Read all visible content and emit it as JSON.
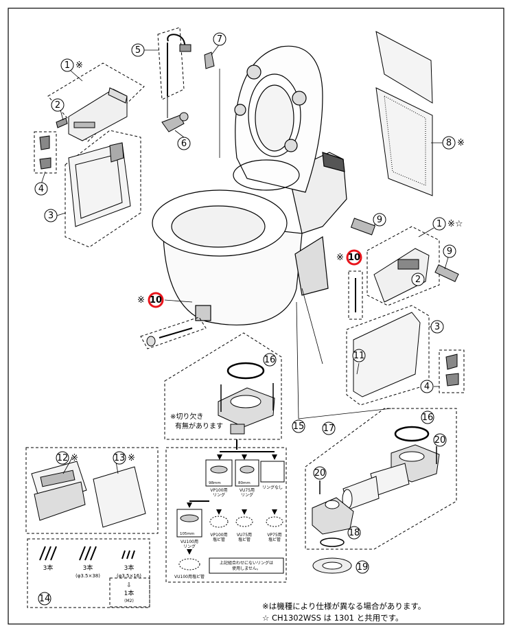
{
  "callouts": {
    "c1a": "1",
    "c1a_mark": "※",
    "c2a": "2",
    "c3a": "3",
    "c4a": "4",
    "c5": "5",
    "c6": "6",
    "c7": "7",
    "c8": "8",
    "c8_mark": "※",
    "c9a": "9",
    "c9b": "9",
    "c10a": "10",
    "c10a_mark": "※",
    "c10b": "10",
    "c10b_mark": "※",
    "c1b": "1",
    "c1b_mark": "※☆",
    "c2b": "2",
    "c3b": "3",
    "c4b": "4",
    "c11": "11",
    "c12": "12",
    "c12_mark": "※",
    "c13": "13",
    "c13_mark": "※",
    "c14": "14",
    "c15": "15",
    "c16a": "16",
    "c16b": "16",
    "c17": "17",
    "c18": "18",
    "c19": "19",
    "c20a": "20",
    "c20b": "20"
  },
  "notes": {
    "notch_line1": "※切り欠き",
    "notch_line2": "有無があります",
    "ring_vp100": "VP100用",
    "ring_vp100_b": "リング",
    "ring_vu75": "VU75用",
    "ring_vu75_b": "リング",
    "ring_none": "リングなし",
    "dim_98": "98mm",
    "dim_80": "80mm",
    "dim_105": "105mm",
    "ring_vu100": "VU100用",
    "ring_vu100_b": "リング",
    "pipe_vp100": "VP100用",
    "pipe_vp100_b": "塩ビ管",
    "pipe_vu75": "VU75用",
    "pipe_vu75_b": "塩ビ管",
    "pipe_vp75": "VP75用",
    "pipe_vp75_b": "塩ビ管",
    "pipe_vu100": "VU100用塩ビ管",
    "combo_line1": "上記組合わせにないリングは",
    "combo_line2": "使用しません。",
    "screw_a_qty": "3本",
    "screw_b_qty": "3本",
    "screw_b_spec": "(φ3.5×38)",
    "screw_c_qty": "3本",
    "screw_c_spec": "(φ3.5×16)",
    "screw_d_arrow": "⇩",
    "screw_d_qty": "1本",
    "screw_d_spec": "(M2)"
  },
  "footer": {
    "line1": "※は機種により仕様が異なる場合があります。",
    "line2": "☆ CH1302WSS は 1301 と共用です。"
  },
  "colors": {
    "line": "#000000",
    "highlight": "#e8141b",
    "panel": "#f4f4f4"
  }
}
